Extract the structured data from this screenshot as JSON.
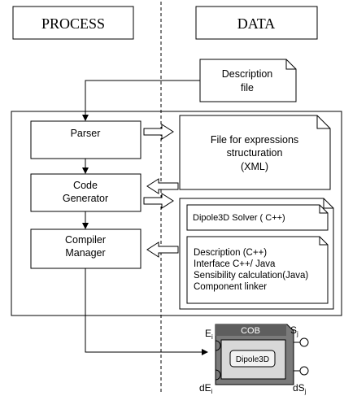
{
  "headers": {
    "process": "PROCESS",
    "data": "DATA"
  },
  "process_boxes": {
    "parser": [
      "Parser"
    ],
    "code_generator": [
      "Code",
      "Generator"
    ],
    "compiler_manager": [
      "Compiler",
      "Manager"
    ]
  },
  "data_docs": {
    "description_file": [
      "Description",
      "file"
    ],
    "xml_file": [
      "File for expressions",
      "structuration",
      "(XML)"
    ],
    "solver": [
      "Dipole3D Solver ( C++)"
    ],
    "outputs": [
      "Description (C++)",
      "Interface C++/ Java",
      "Sensibility calculation(Java)",
      "Component linker"
    ]
  },
  "cob": {
    "title": "COB",
    "inner": "Dipole3D",
    "ports": {
      "e_in": {
        "base": "E",
        "sub": "i"
      },
      "s_out": {
        "base": "S",
        "sub": "j"
      },
      "de_in": {
        "base": "dE",
        "sub": "i"
      },
      "ds_out": {
        "base": "dS",
        "sub": "j"
      }
    }
  },
  "colors": {
    "line": "#000000",
    "cob_outer": "#7a7a7a",
    "cob_header": "#5e5e5e",
    "cob_inner": "#d8d8d8",
    "dipole_box": "#f2f2f2",
    "dashed": "#000000"
  }
}
